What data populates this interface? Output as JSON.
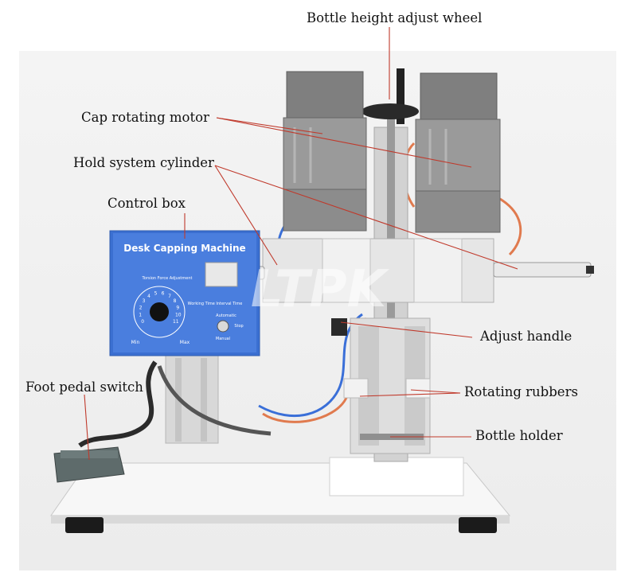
{
  "labels": {
    "height_wheel": "Bottle height adjust wheel",
    "cap_motor": "Cap rotating motor",
    "hold_cylinder": "Hold system cylinder",
    "control_box": "Control box",
    "foot_pedal": "Foot pedal switch",
    "adjust_handle": "Adjust handle",
    "rotating_rubbers": "Rotating rubbers",
    "bottle_holder": "Bottle holder"
  },
  "panel": {
    "title": "Desk Capping Machine",
    "torsion": "Torsion Force Adjustment",
    "working": "Working Time Interval Time",
    "automatic": "Automatic",
    "stop": "Stop",
    "manual": "Manual",
    "min": "Min",
    "max": "Max",
    "dial_numbers": [
      "0",
      "1",
      "2",
      "3",
      "4",
      "5",
      "6",
      "7",
      "8",
      "9",
      "10",
      "11"
    ]
  },
  "watermark": "LTPK",
  "colors": {
    "leader_line": "#c0392b",
    "panel_blue": "#3b6fd1",
    "motor_gray": "#8a8a8a"
  }
}
